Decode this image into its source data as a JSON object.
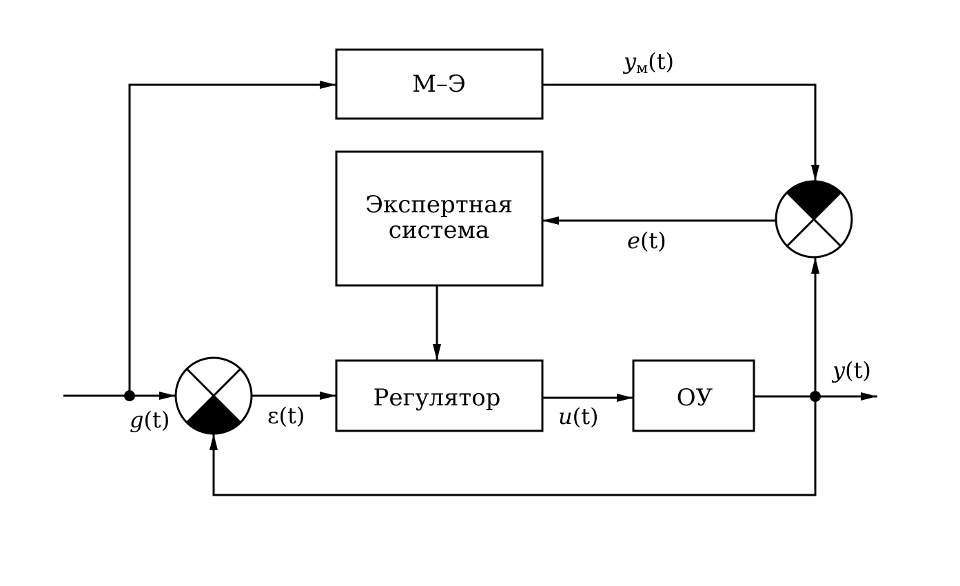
{
  "colors": {
    "line": "#000000",
    "fill_dark": "#000000",
    "background": "#ffffff"
  },
  "blocks": {
    "model": "М–Э",
    "expert_line1": "Экспертная",
    "expert_line2": "система",
    "regulator": "Регулятор",
    "plant": "ОУ"
  },
  "signals": {
    "input_g": "g",
    "epsilon": "ε",
    "control_u": "u",
    "output_y": "y",
    "model_y": "y",
    "model_sub": "м",
    "error_e": "e",
    "time_arg": "(t)"
  }
}
